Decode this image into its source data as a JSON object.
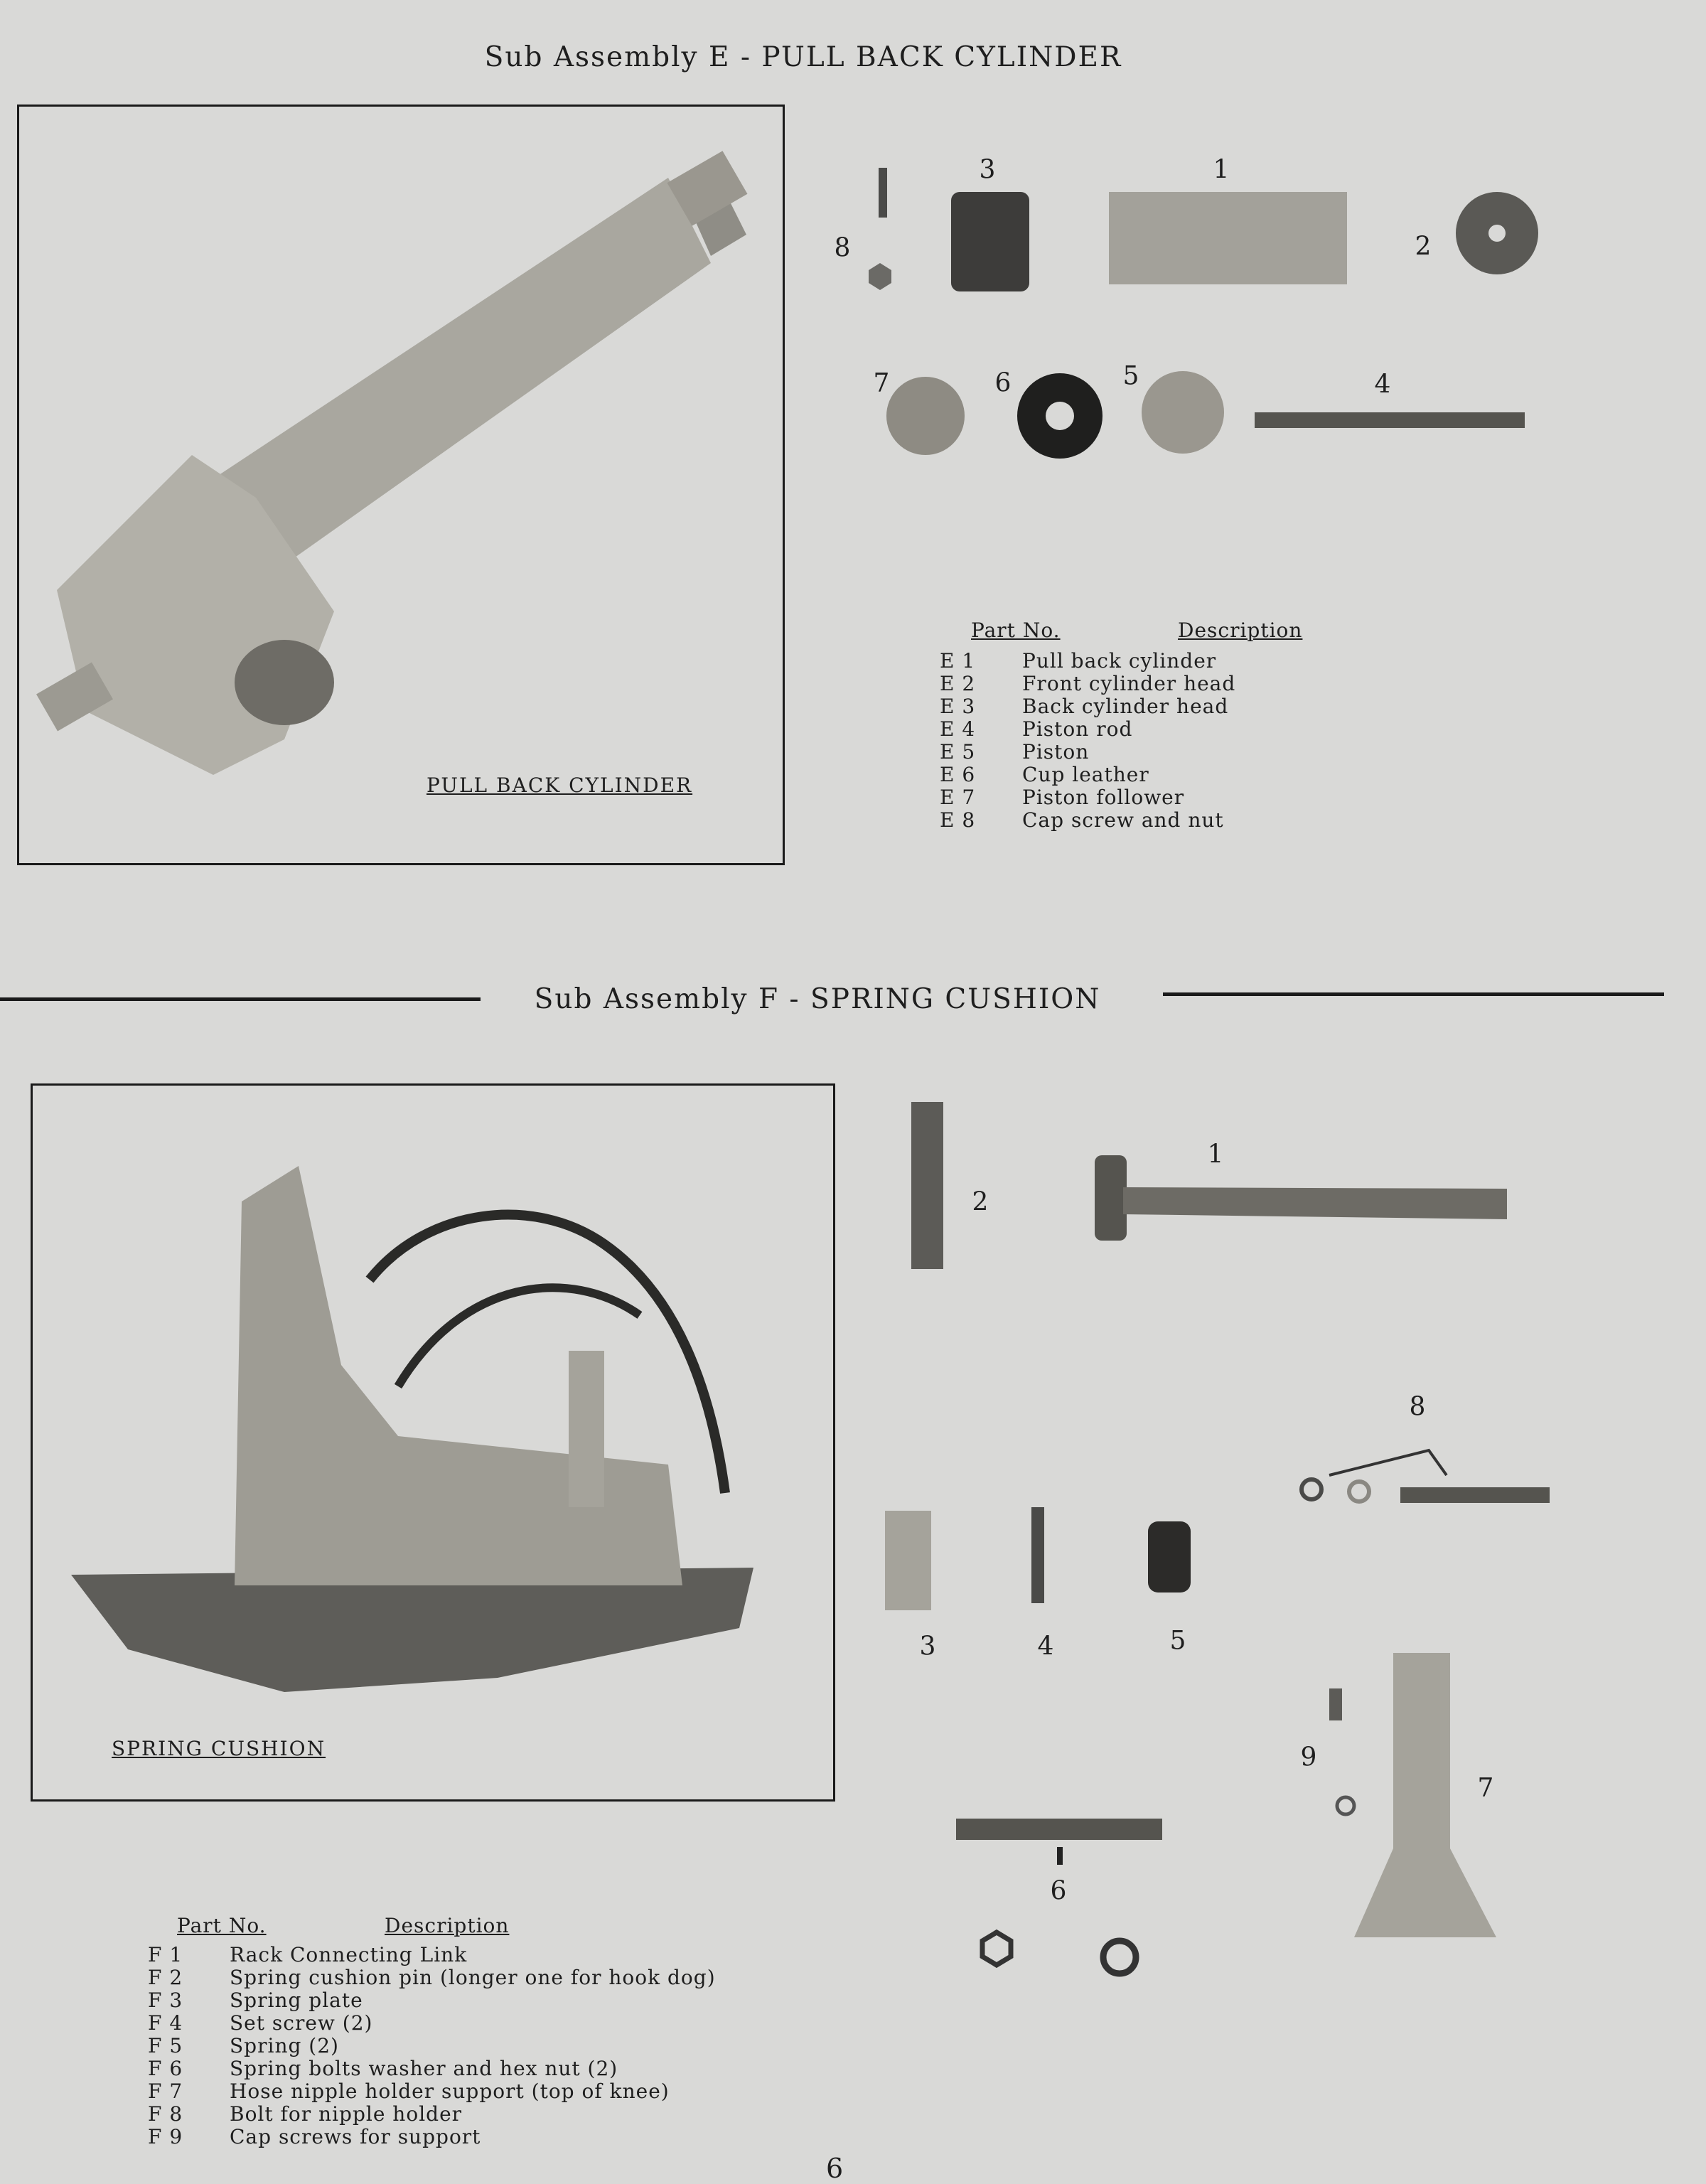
{
  "section_e": {
    "title": "Sub Assembly E - PULL BACK CYLINDER",
    "photo_caption": "PULL BACK CYLINDER",
    "part_labels": [
      "3",
      "1",
      "8",
      "2",
      "7",
      "6",
      "5",
      "4"
    ],
    "list_header": {
      "part_no": "Part No.",
      "description": "Description"
    },
    "parts": [
      {
        "prefix": "E",
        "num": "1",
        "desc": "Pull back cylinder"
      },
      {
        "prefix": "E",
        "num": "2",
        "desc": "Front cylinder head"
      },
      {
        "prefix": "E",
        "num": "3",
        "desc": "Back cylinder head"
      },
      {
        "prefix": "E",
        "num": "4",
        "desc": "Piston rod"
      },
      {
        "prefix": "E",
        "num": "5",
        "desc": "Piston"
      },
      {
        "prefix": "E",
        "num": "6",
        "desc": "Cup leather"
      },
      {
        "prefix": "E",
        "num": "7",
        "desc": "Piston follower"
      },
      {
        "prefix": "E",
        "num": "8",
        "desc": "Cap screw and nut"
      }
    ]
  },
  "section_f": {
    "title": "Sub Assembly F - SPRING CUSHION",
    "photo_caption": "SPRING CUSHION",
    "part_labels": [
      "1",
      "2",
      "8",
      "3",
      "4",
      "5",
      "9",
      "7",
      "6"
    ],
    "list_header": {
      "part_no": "Part No.",
      "description": "Description"
    },
    "parts": [
      {
        "prefix": "F",
        "num": "1",
        "desc": "Rack Connecting Link"
      },
      {
        "prefix": "F",
        "num": "2",
        "desc": "Spring cushion pin (longer one for hook dog)"
      },
      {
        "prefix": "F",
        "num": "3",
        "desc": "Spring plate"
      },
      {
        "prefix": "F",
        "num": "4",
        "desc": "Set screw (2)"
      },
      {
        "prefix": "F",
        "num": "5",
        "desc": "Spring (2)"
      },
      {
        "prefix": "F",
        "num": "6",
        "desc": "Spring bolts washer and hex nut (2)"
      },
      {
        "prefix": "F",
        "num": "7",
        "desc": "Hose nipple holder support (top of knee)"
      },
      {
        "prefix": "F",
        "num": "8",
        "desc": "Bolt for nipple holder"
      },
      {
        "prefix": "F",
        "num": "9",
        "desc": "Cap screws for support"
      }
    ]
  },
  "page_number": "6"
}
